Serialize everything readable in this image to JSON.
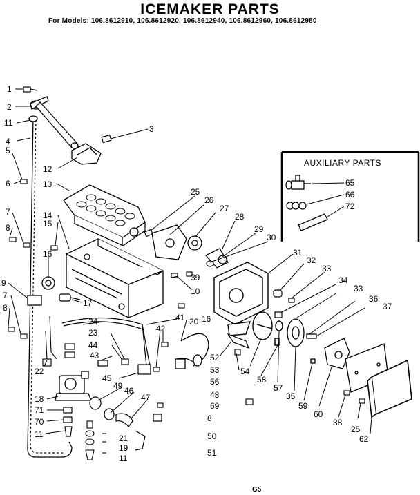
{
  "title": "ICEMAKER PARTS",
  "subtitle": "For Models: 106.8612910, 106.8612920, 106.8612940, 106.8612960, 106.8612980",
  "auxiliary_title": "AUXILIARY PARTS",
  "footer_code": "G5",
  "callouts": {
    "c1": "1",
    "c2": "2",
    "c11a": "11",
    "c3": "3",
    "c4": "4",
    "c5": "5",
    "c12": "12",
    "c13": "13",
    "c6": "6",
    "c7a": "7",
    "c8a": "8",
    "c14": "14",
    "c15": "15",
    "c16": "16",
    "c9": "9",
    "c7b": "7",
    "c8b": "8",
    "c17": "17",
    "c25a": "25",
    "c26": "26",
    "c27": "27",
    "c28": "28",
    "c29": "29",
    "c30": "30",
    "c39": "39",
    "c10": "10",
    "c31": "31",
    "c32": "32",
    "c33a": "33",
    "c34": "34",
    "c33b": "33",
    "c36": "36",
    "c37": "37",
    "c24": "24",
    "c41": "41",
    "c23": "23",
    "c42": "42",
    "c20": "20",
    "c16b": "16",
    "c44": "44",
    "c43": "43",
    "c22": "22",
    "c45": "45",
    "c49": "49",
    "c46": "46",
    "c47": "47",
    "c52": "52",
    "c53": "53",
    "c56": "56",
    "c48": "48",
    "c69": "69",
    "c8c": "8",
    "c50": "50",
    "c51": "51",
    "c54": "54",
    "c58": "58",
    "c57": "57",
    "c35": "35",
    "c59": "59",
    "c60": "60",
    "c38": "38",
    "c25b": "25",
    "c62": "62",
    "c18": "18",
    "c71": "71",
    "c70": "70",
    "c11b": "11",
    "c21": "21",
    "c19": "19",
    "c11c": "11",
    "c65": "65",
    "c66": "66",
    "c72": "72"
  }
}
